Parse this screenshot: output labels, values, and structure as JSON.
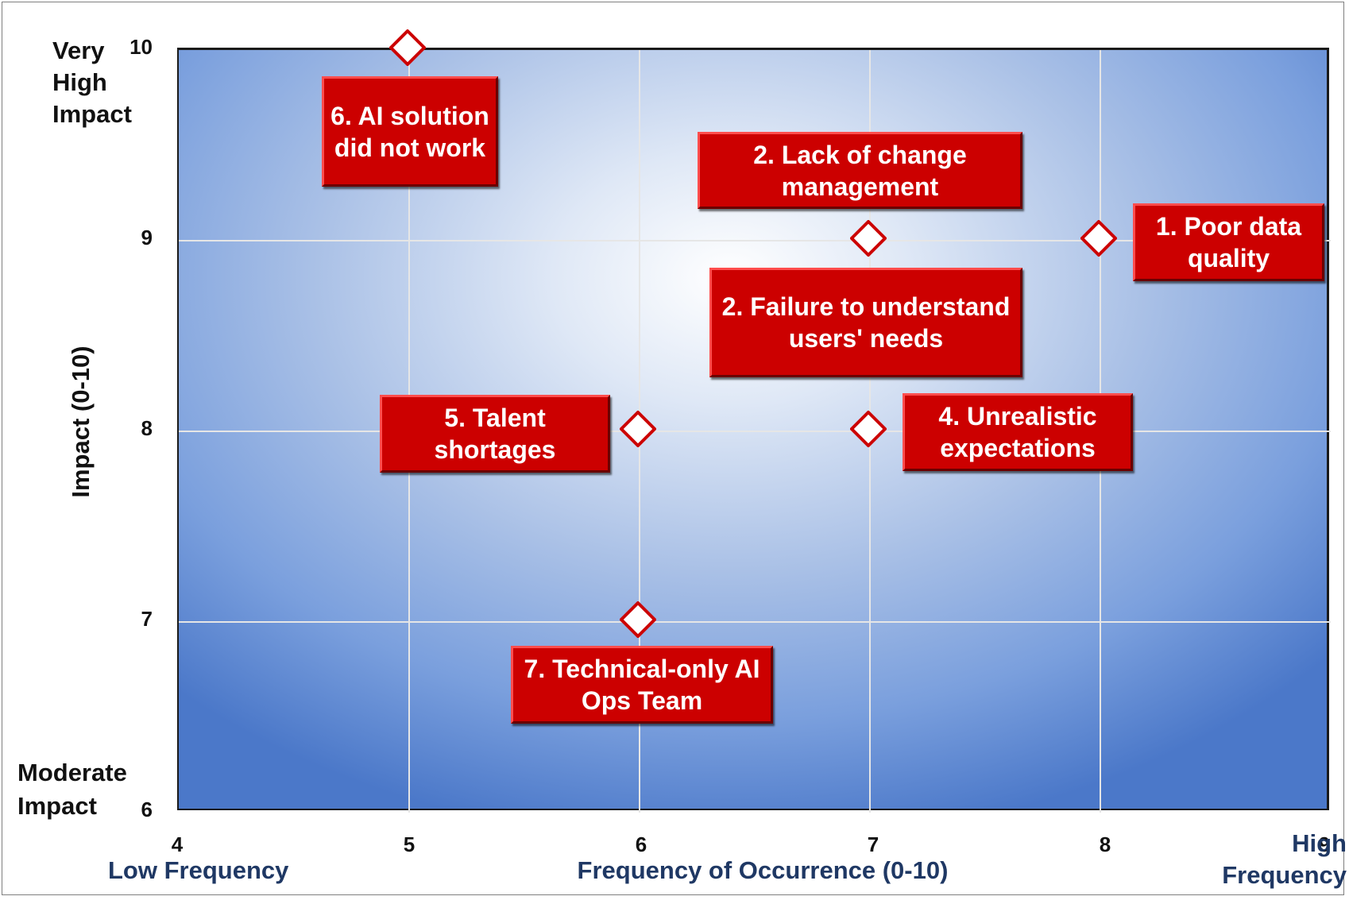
{
  "chart_data": {
    "type": "scatter",
    "xlabel": "Frequency of Occurrence (0-10)",
    "ylabel": "Impact (0-10)",
    "xlim": [
      4,
      9
    ],
    "ylim": [
      6,
      10
    ],
    "x_ticks": [
      "4",
      "5",
      "6",
      "7",
      "8",
      "9"
    ],
    "y_ticks": [
      "6",
      "7",
      "8",
      "9",
      "10"
    ],
    "x_low_label": "Low Frequency",
    "x_high_label": "High Frequency",
    "y_high_label": "Very High Impact",
    "y_low_label": "Moderate Impact",
    "grid": true,
    "points": [
      {
        "x": 5,
        "y": 10
      },
      {
        "x": 7,
        "y": 9
      },
      {
        "x": 8,
        "y": 9
      },
      {
        "x": 6,
        "y": 8
      },
      {
        "x": 7,
        "y": 8
      },
      {
        "x": 6,
        "y": 7
      }
    ],
    "annotations": [
      "6. AI solution did not work",
      "2. Lack of change management",
      "1. Poor data quality",
      "2. Failure to understand users' needs",
      "5. Talent shortages",
      "4. Unrealistic expectations",
      "7. Technical-only AI Ops Team"
    ],
    "colors": {
      "label_box": "#cc0000",
      "marker_fill": "#ffffff",
      "marker_stroke": "#cc0000"
    }
  }
}
